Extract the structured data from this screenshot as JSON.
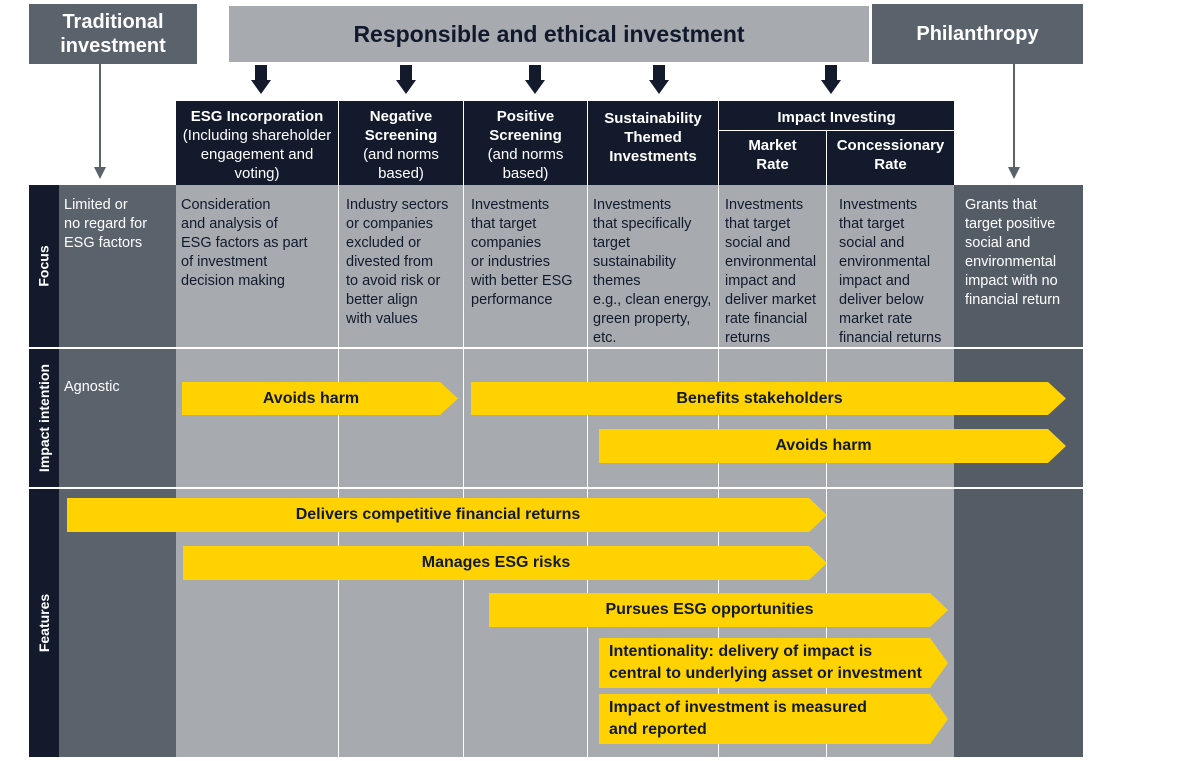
{
  "header": {
    "traditional": "Traditional investment",
    "responsible": "Responsible and ethical investment",
    "philanthropy": "Philanthropy"
  },
  "columns": {
    "esg": {
      "title": "ESG Incorporation",
      "sub": "(Including shareholder engagement and voting)"
    },
    "negative": {
      "title": "Negative Screening",
      "sub": "(and norms based)"
    },
    "positive": {
      "title": "Positive Screening",
      "sub": "(and norms based)"
    },
    "themed": {
      "title": "Sustainability Themed Investments"
    },
    "impact": {
      "title": "Impact Investing"
    },
    "market": {
      "title": "Market Rate"
    },
    "concessionary": {
      "title": "Concessionary Rate"
    }
  },
  "row_labels": {
    "focus": "Focus",
    "impact_intention": "Impact intention",
    "features": "Features"
  },
  "focus": {
    "traditional": "Limited or\nno regard for\nESG factors",
    "esg": "Consideration\nand analysis of\nESG factors as part\nof investment\ndecision making",
    "negative": "Industry sectors\nor companies\nexcluded or\ndivested from\nto avoid risk or\nbetter align\nwith values",
    "positive": "Investments\nthat target\ncompanies\nor industries\nwith better ESG\nperformance",
    "themed": "Investments\nthat specifically\ntarget\nsustainability\nthemes\ne.g., clean energy,\ngreen property,\netc.",
    "market": "Investments\nthat  target\nsocial and\nenvironmental\nimpact and\ndeliver market\nrate financial\nreturns",
    "concessionary": "Investments\nthat  target\nsocial and\nenvironmental\nimpact and\ndeliver below\nmarket rate\nfinancial returns",
    "philanthropy": "Grants that\ntarget positive\nsocial and\nenvironmental\nimpact with no\nfinancial return"
  },
  "impact_intention": {
    "traditional": "Agnostic",
    "avoids_harm_1": "Avoids harm",
    "benefits": "Benefits stakeholders",
    "avoids_harm_2": "Avoids harm"
  },
  "features": {
    "competitive": "Delivers competitive financial returns",
    "manages": "Manages ESG risks",
    "pursues": "Pursues ESG opportunities",
    "intentionality": "Intentionality: delivery of impact is\ncentral to underlying asset or investment",
    "measured": "Impact of investment is measured\nand reported"
  },
  "colors": {
    "navy": "#121a2c",
    "slate": "#5a626b",
    "grey": "#a7abb0",
    "yellow": "#ffd200"
  }
}
